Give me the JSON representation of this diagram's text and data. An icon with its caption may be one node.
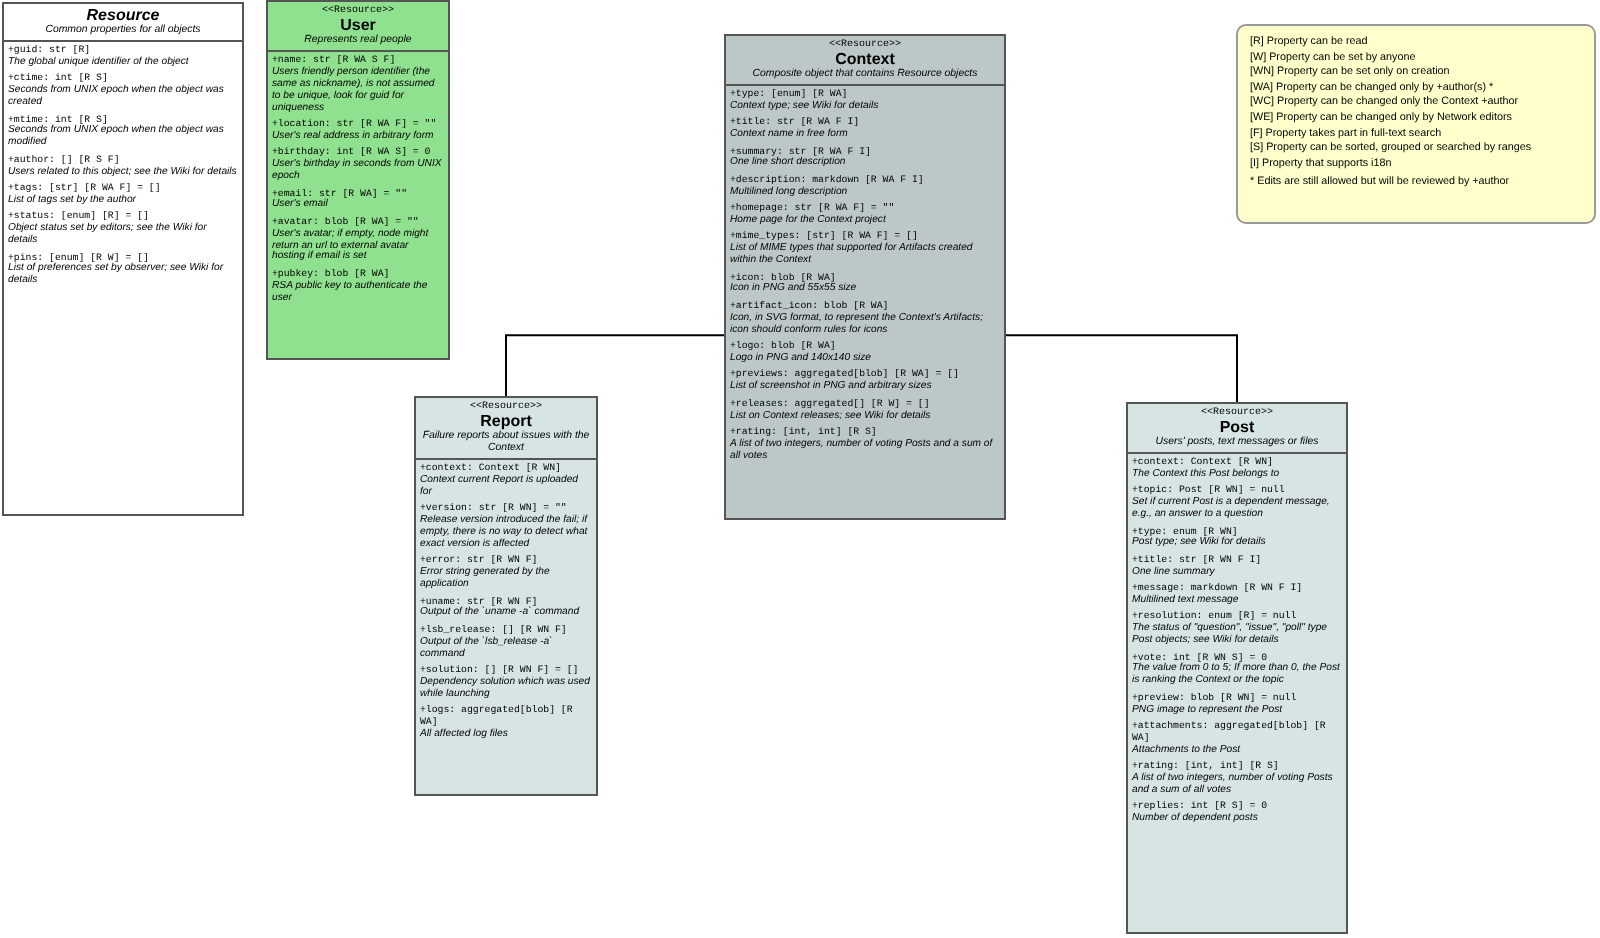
{
  "diagram": {
    "nodes": [
      {
        "text": [
          "Resource",
          "Common properties for all objects",
          "+guid: str [R]",
          "The global unique identifier of the object",
          "+ctime: int [R S]",
          "Seconds from UNIX epoch when the object was created",
          "+mtime: int [R S]",
          "Seconds from UNIX epoch when the object was modified",
          "+author: [] [R S F]",
          "Users related to this object; see the Wiki for details",
          "+tags: [str] [R WA F] = []",
          "List of tags set by the author",
          "+status: [enum] [R] = []",
          "Object status set by editors; see the Wiki for details",
          "+pins: [enum] [R W] = []",
          "List of preferences set by observer; see Wiki for details"
        ]
      },
      {
        "text": [
          "<<Resource>>",
          "User",
          "Represents real people",
          "+name: str [R WA S F]",
          "Users friendly person identifier (the same as nickname), is not assumed to be unique, look for guid for uniqueness",
          "+location: str [R WA F] = \"\"",
          "User's real address in arbitrary form",
          "+birthday: int [R WA S] = 0",
          "User's birthday in seconds from UNIX epoch",
          "+email: str [R WA] = \"\"",
          "User's email",
          "+avatar: blob [R WA] = \"\"",
          "User's avatar; if empty, node might return an url to external avatar hosting if email is set",
          "+pubkey: blob [R WA]",
          "RSA public key to authenticate the user"
        ]
      },
      {
        "text": [
          "<<Resource>>",
          "Context",
          "Composite object that contains Resource objects",
          "+type: [enum] [R WA]",
          "Context type; see Wiki for details",
          "+title: str [R WA F I]",
          "Context name in free form",
          "+summary: str [R WA F I]",
          "One line short description",
          "+description: markdown [R WA F I]",
          "Multilined long description",
          "+homepage: str [R WA F] = \"\"",
          "Home page for the Context project",
          "+mime_types: [str] [R WA F] = []",
          "List of MIME types that supported for Artifacts created within the Context",
          "+icon: blob [R WA]",
          "Icon in PNG and 55x55 size",
          "+artifact_icon: blob [R WA]",
          "Icon, in SVG format, to represent the Context's Artifacts; icon should conform rules for icons",
          "+logo: blob [R WA]",
          "Logo in PNG and 140x140 size",
          "+previews: aggregated[blob] [R WA] = []",
          "List of screenshot in PNG and arbitrary sizes",
          "+releases: aggregated[] [R W] = []",
          "List on Context releases; see Wiki for details",
          "+rating: [int, int] [R S]",
          "A list of two integers, number of voting Posts and a sum of all votes"
        ]
      },
      {
        "text": [
          "[R] Property can be read",
          "[W] Property can be set by anyone",
          "[WN] Property can be set only on creation",
          "[WA] Property can be changed only by +author(s) *",
          "[WC] Property can be changed only the Context +author",
          "[WE] Property can be changed only by Network editors",
          "[F] Property takes part in full-text search",
          "[S] Property can be sorted, grouped or searched by ranges",
          "[I] Property that supports i18n",
          "* Edits are still allowed but will be reviewed by +author"
        ]
      },
      {
        "text": [
          "<<Resource>>",
          "Report",
          "Failure reports about issues with the Context",
          "+context: Context [R WN]",
          "Context current Report is uploaded for",
          "+version: str [R WN] = \"\"",
          "Release version introduced the fail; if empty, there is no way to detect what exact version is affected",
          "+error: str [R WN F]",
          "Error string generated by the application",
          "+uname: str [R WN F]",
          "Output of the `uname -a` command",
          "+lsb_release: [] [R WN F]",
          "Output of the `lsb_release -a` command",
          "+solution: [] [R WN F] = []",
          "Dependency solution which was used while launching",
          "+logs: aggregated[blob] [R WA]",
          "All affected log files"
        ]
      },
      {
        "text": [
          "<<Resource>>",
          "Post",
          "Users' posts, text messages or files",
          "+context: Context [R WN]",
          "The Context this Post belongs to",
          "+topic: Post [R WN] = null",
          "Set if current Post is a dependent message, e.g., an answer to a question",
          "+type: enum [R WN]",
          "Post type; see Wiki for details",
          "+title: str [R WN F I]",
          "One line summary",
          "+message: markdown [R WN F I]",
          "Multilined text message",
          "+resolution: enum [R] = null",
          "The status of \"question\", \"issue\", \"poll\" type Post objects; see Wiki for details",
          "+vote: int [R WN S] = 0",
          "The value from 0 to 5; If more than 0, the Post is ranking the Context or the topic",
          "+preview: blob [R WN] = null",
          "PNG image to represent the Post",
          "+attachments: aggregated[blob] [R WA]",
          "Attachments to the Post",
          "+rating: [int, int] [R S]",
          "A list of two integers, number of voting Posts and a sum of all votes",
          "+replies: int [R S] = 0",
          "Number of dependent posts"
        ]
      }
    ],
    "edges": [
      {
        "from": 2,
        "to": 4,
        "arrow": "none"
      },
      {
        "from": 2,
        "to": 5,
        "arrow": "none"
      }
    ]
  }
}
